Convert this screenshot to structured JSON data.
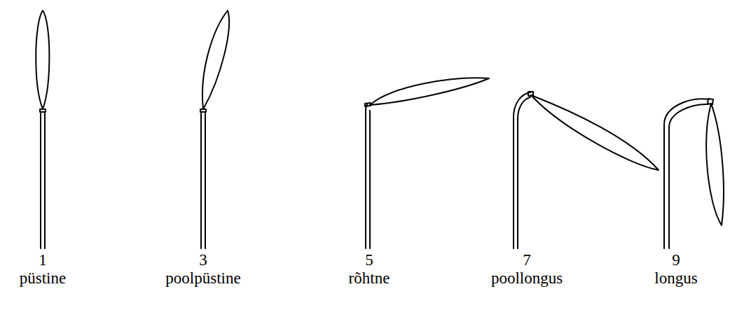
{
  "diagram": {
    "labels": [
      "1",
      "püstine",
      "3",
      "poolpüstine",
      "5",
      "rõhtne",
      "7",
      "poollongus",
      "9",
      "longus"
    ]
  }
}
